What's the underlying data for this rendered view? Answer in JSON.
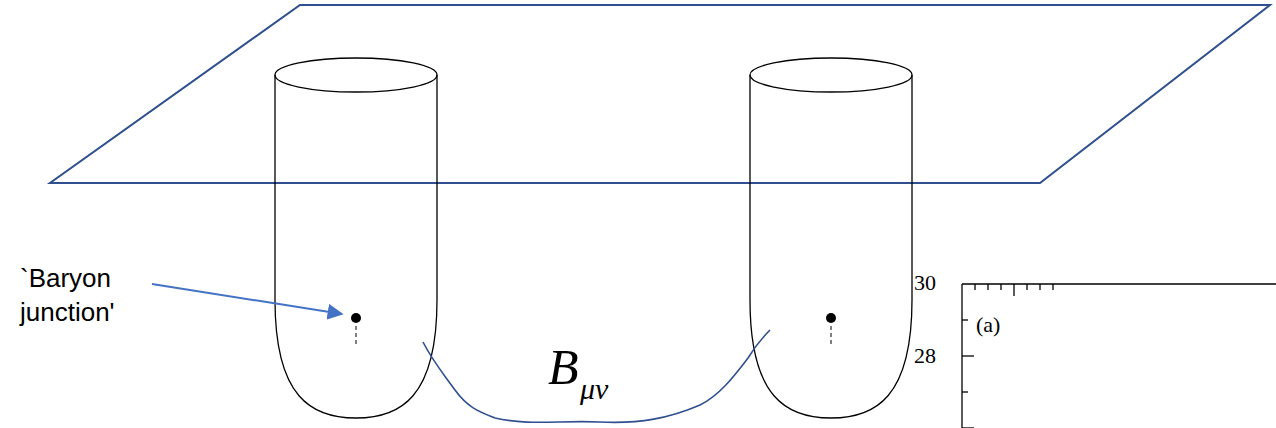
{
  "diagram": {
    "labels": [
      "`Baryon junction'",
      "B",
      "μν",
      "30",
      "(a)",
      "28"
    ]
  }
}
